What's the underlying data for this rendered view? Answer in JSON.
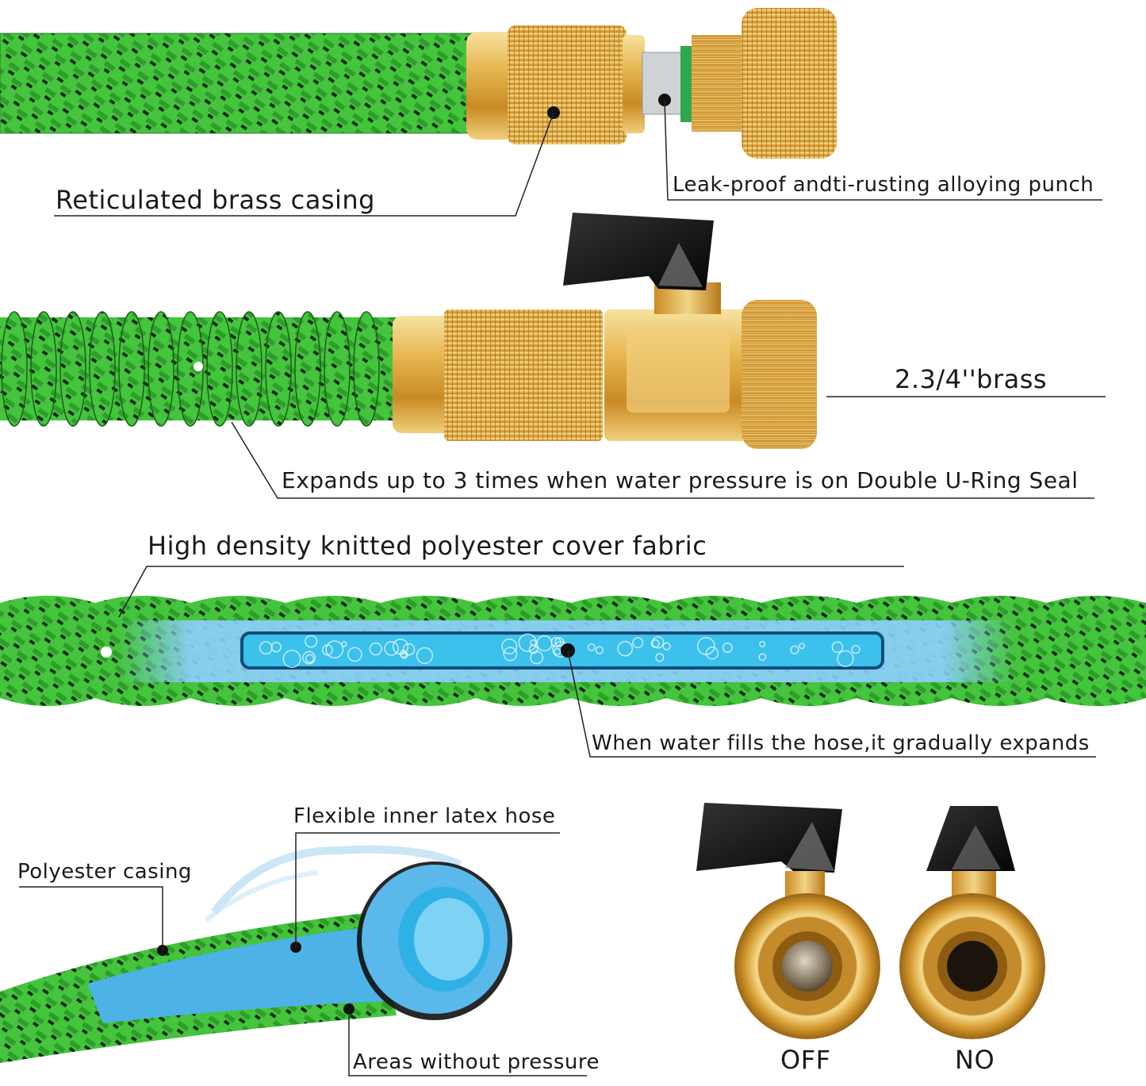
{
  "labels": {
    "brass_casing": "Reticulated brass casing",
    "alloy_punch": "Leak-proof andti-rusting alloying punch",
    "brass_size": "2.3/4''brass",
    "expands": "Expands up to 3 times when water pressure is on Double U-Ring Seal",
    "cover_fabric": "High density knitted polyester cover fabric",
    "water_fills": "When water fills the hose,it gradually expands",
    "inner_hose": "Flexible inner latex hose",
    "poly_casing": "Polyester casing",
    "no_pressure": "Areas without pressure",
    "valve_off": "OFF",
    "valve_on": "NO"
  },
  "colors": {
    "hose_green": "#3fbf3a",
    "hose_stripe": "#0f2a10",
    "brass": "#e2b24a",
    "brass_dark": "#b07a1e",
    "latex_blue": "#3aa8e0",
    "handle_black": "#111111"
  },
  "icons": [
    "valve-handle-icon",
    "water-splash-icon",
    "bubble-icon"
  ]
}
